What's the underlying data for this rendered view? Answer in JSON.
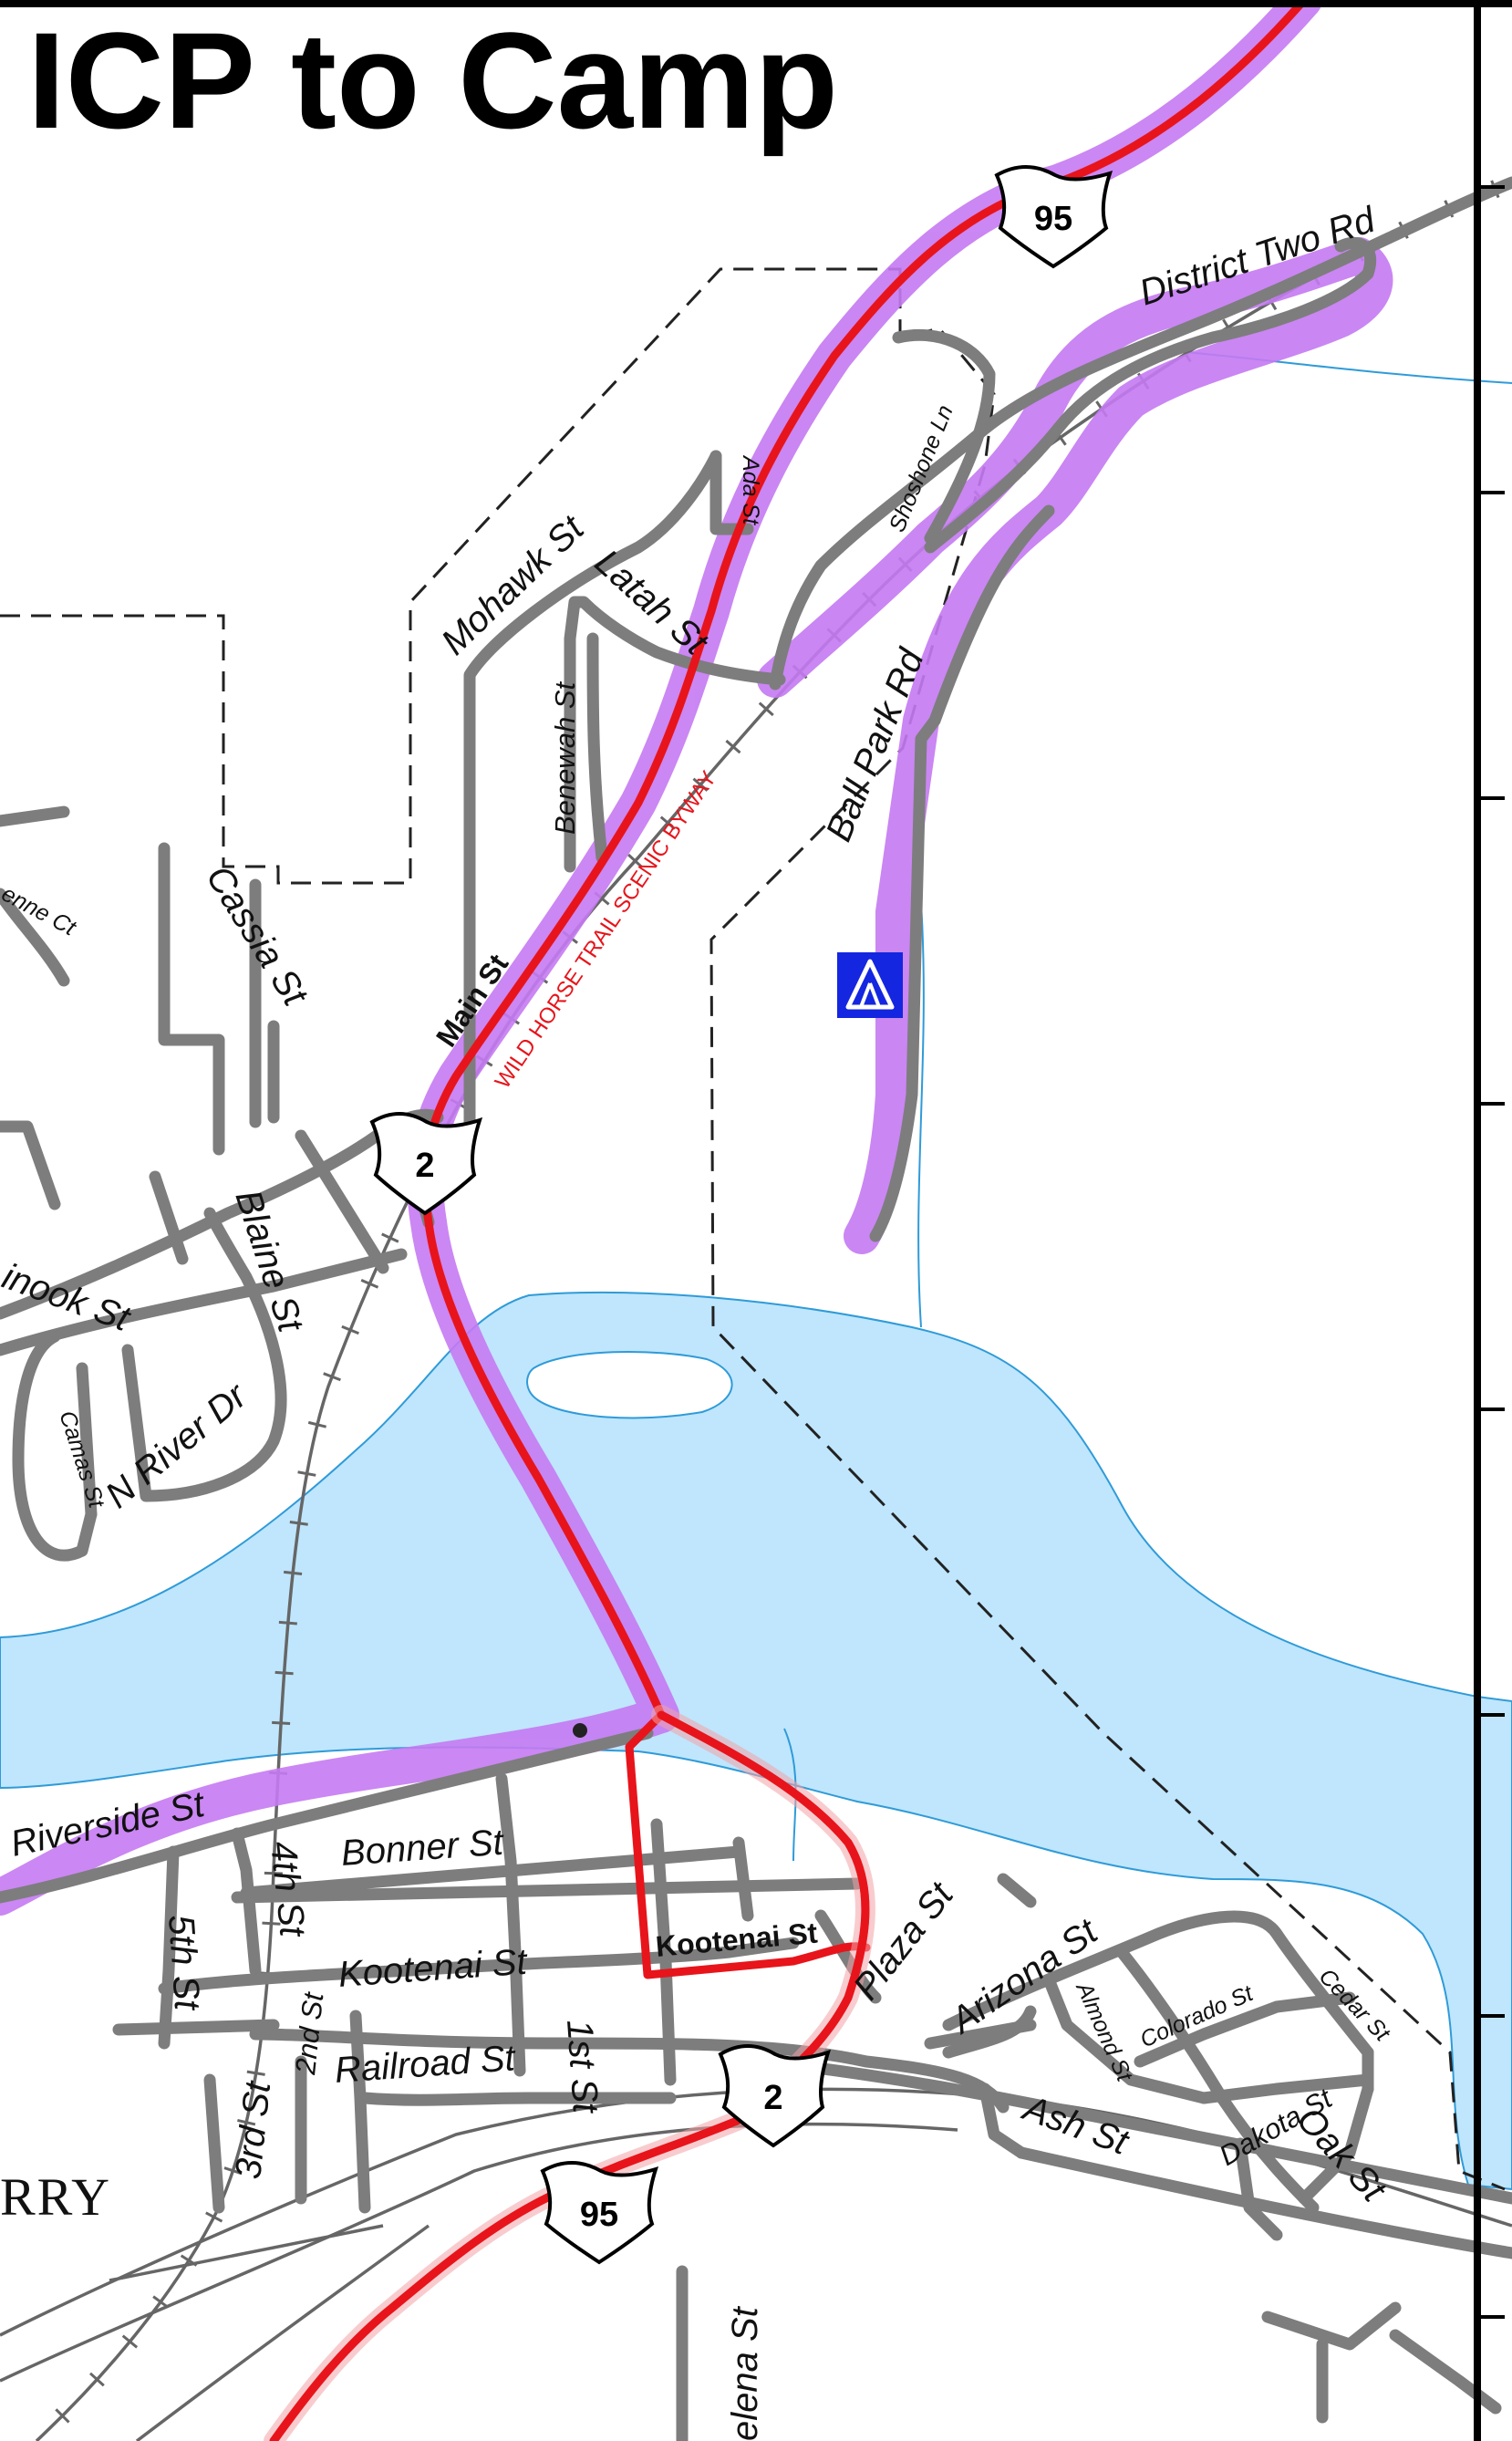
{
  "map": {
    "title": "ICP to Camp",
    "byway_label": "WILD HORSE TRAIL SCENIC BYWAY",
    "town_fragment": "RRY",
    "campground_icon": "campground-tent-icon",
    "colors": {
      "water": "#bfe6fd",
      "water_edge": "#2f9bd8",
      "route_red": "#e8141b",
      "route_glow": "#c57af2",
      "street": "#7d7d7d",
      "rail": "#666666",
      "boundary": "#222222",
      "camp_blue": "#1426e0"
    },
    "shields": [
      {
        "id": "us95-north",
        "number": "95"
      },
      {
        "id": "us2-north",
        "number": "2"
      },
      {
        "id": "us2-south",
        "number": "2"
      },
      {
        "id": "us95-south",
        "number": "95"
      }
    ],
    "streets": {
      "district_two": "District Two Rd",
      "shoshone": "Shoshone Ln",
      "ada": "Ada St",
      "mohawk": "Mohawk St",
      "latah": "Latah St",
      "benewah": "Benewah St",
      "ball_park": "Ball Park Rd",
      "cheyenne": "enne Ct",
      "cassia": "Cassia St",
      "main": "Main St",
      "chinook": "inook St",
      "blaine": "Blaine St",
      "camas": "Camas St",
      "n_river": "N River Dr",
      "riverside": "Riverside St",
      "bonner": "Bonner St",
      "fifth": "5th St",
      "fourth": "4th St",
      "kootenai": "Kootenai St",
      "kootenai_bold": "Kootenai St",
      "plaza": "Plaza St",
      "arizona": "Arizona St",
      "almond": "Almond St",
      "colorado": "Colorado St",
      "cedar": "Cedar St",
      "second": "2nd St",
      "railroad": "Railroad St",
      "first": "1st St",
      "third": "3rd St",
      "ash": "Ash St",
      "dakota": "Dakota St",
      "oak": "Oak St",
      "helena": "elena St"
    }
  }
}
